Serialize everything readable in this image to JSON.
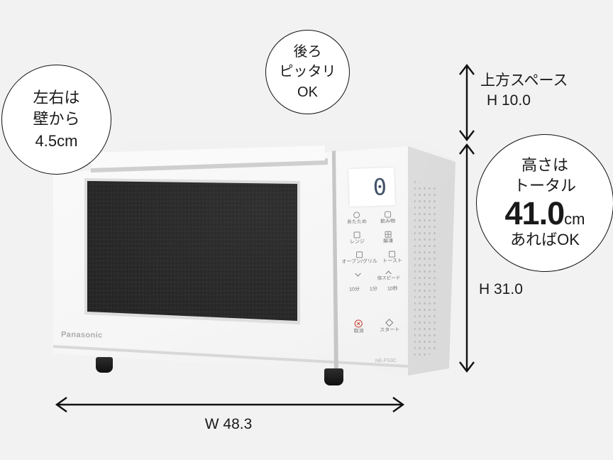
{
  "colors": {
    "background": "#f2f2f2",
    "body_white": "#f8f8f8",
    "side_gray": "#dedede",
    "window_dark": "#1d1d1d",
    "text": "#1a1a1a",
    "display_digit": "#44536a",
    "cancel_red": "#c0392b",
    "logo_gray": "#ababab"
  },
  "callouts": {
    "side_clearance": {
      "lines": [
        "左右は",
        "壁から",
        "4.5cm"
      ]
    },
    "rear": {
      "lines": [
        "後ろ",
        "ピッタリ",
        "OK"
      ]
    },
    "total_height": {
      "line1": "高さは",
      "line2": "トータル",
      "value": "41.0",
      "unit": "cm",
      "suffix": "あればOK"
    }
  },
  "dimensions": {
    "top_space": {
      "label": "上方スペース",
      "value": "H 10.0"
    },
    "height": {
      "value": "H 31.0"
    },
    "width": {
      "value": "W 48.3"
    }
  },
  "microwave": {
    "brand": "Panasonic",
    "model": "NE-FS3C",
    "display_value": "0",
    "panel": {
      "row1": {
        "left": "あたため",
        "right": "飲み物"
      },
      "row2": {
        "left": "レンジ",
        "right": "解凍"
      },
      "row3": {
        "left": "オーブン/グリル",
        "right": "トースト"
      },
      "row4": {
        "left": "∨",
        "right": "∧",
        "right_sub": "倍スピード"
      },
      "row5": {
        "t1": "10分",
        "t2": "1分",
        "t3": "10秒"
      },
      "row6": {
        "left": "取消",
        "right": "スタート"
      }
    }
  }
}
